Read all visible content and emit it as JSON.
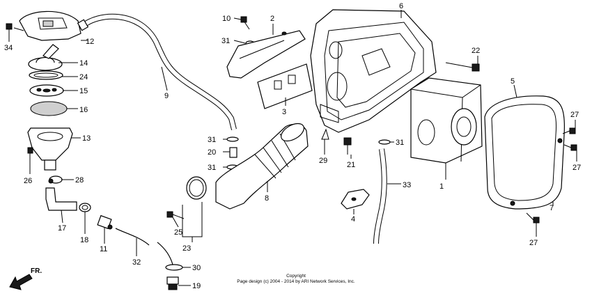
{
  "callouts": [
    {
      "id": "c1",
      "text": "1"
    },
    {
      "id": "c2",
      "text": "2"
    },
    {
      "id": "c3",
      "text": "3"
    },
    {
      "id": "c4",
      "text": "4"
    },
    {
      "id": "c5",
      "text": "5"
    },
    {
      "id": "c6",
      "text": "6"
    },
    {
      "id": "c7",
      "text": "7"
    },
    {
      "id": "c8",
      "text": "8"
    },
    {
      "id": "c9",
      "text": "9"
    },
    {
      "id": "c10",
      "text": "10"
    },
    {
      "id": "c11",
      "text": "11"
    },
    {
      "id": "c12",
      "text": "12"
    },
    {
      "id": "c13",
      "text": "13"
    },
    {
      "id": "c14",
      "text": "14"
    },
    {
      "id": "c15",
      "text": "15"
    },
    {
      "id": "c16",
      "text": "16"
    },
    {
      "id": "c17",
      "text": "17"
    },
    {
      "id": "c18",
      "text": "18"
    },
    {
      "id": "c19",
      "text": "19"
    },
    {
      "id": "c20",
      "text": "20"
    },
    {
      "id": "c21",
      "text": "21"
    },
    {
      "id": "c22",
      "text": "22"
    },
    {
      "id": "c23",
      "text": "23"
    },
    {
      "id": "c24",
      "text": "24"
    },
    {
      "id": "c25",
      "text": "25"
    },
    {
      "id": "c26",
      "text": "26"
    },
    {
      "id": "c27a",
      "text": "27"
    },
    {
      "id": "c27b",
      "text": "27"
    },
    {
      "id": "c27c",
      "text": "27"
    },
    {
      "id": "c28",
      "text": "28"
    },
    {
      "id": "c29",
      "text": "29"
    },
    {
      "id": "c30",
      "text": "30"
    },
    {
      "id": "c31a",
      "text": "31"
    },
    {
      "id": "c31b",
      "text": "31"
    },
    {
      "id": "c31c",
      "text": "31"
    },
    {
      "id": "c31d",
      "text": "31"
    },
    {
      "id": "c32",
      "text": "32"
    },
    {
      "id": "c33",
      "text": "33"
    },
    {
      "id": "c34",
      "text": "34"
    }
  ],
  "direction": {
    "text": "FR.",
    "icon": "front-direction-arrow-icon"
  },
  "copyright": {
    "line1": "Copyright",
    "line2": "Page design (c) 2004 - 2014 by ARI Network Services, Inc."
  }
}
